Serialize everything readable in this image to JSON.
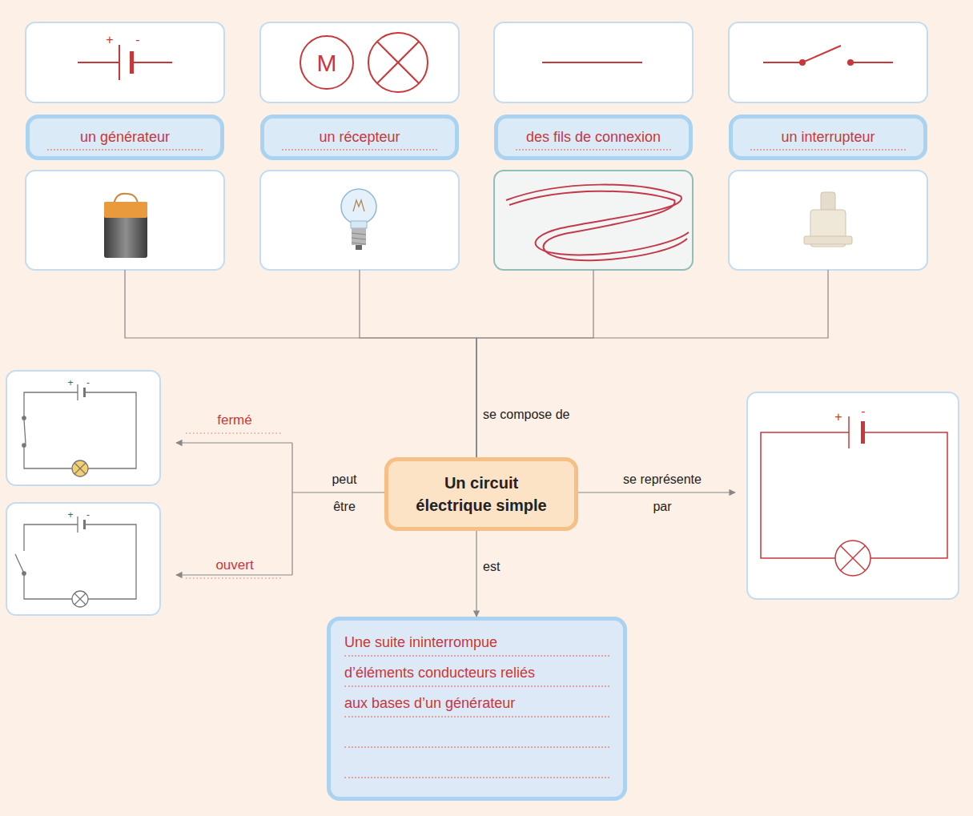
{
  "diagram": {
    "nodes": [
      {
        "text": [
          "Un circuit électrique simple"
        ]
      },
      {
        "text": [
          "un générateur"
        ]
      },
      {
        "text": [
          "un récepteur"
        ]
      },
      {
        "text": [
          "des fils de connexion"
        ]
      },
      {
        "text": [
          "un interrupteur"
        ]
      },
      {
        "text": [
          "Une suite ininterrompue d’éléments conducteurs reliés aux bases d’un générateur"
        ]
      }
    ],
    "edges": [
      {
        "from": 0,
        "to": 1,
        "arrow": "none",
        "label": "se compose de"
      },
      {
        "from": 0,
        "to": 2,
        "arrow": "none"
      },
      {
        "from": 0,
        "to": 3,
        "arrow": "none"
      },
      {
        "from": 0,
        "to": 4,
        "arrow": "none"
      },
      {
        "from": 0,
        "to": 5,
        "arrow": "to",
        "label": "est"
      }
    ],
    "labels": [
      "+",
      "-",
      "M",
      "+",
      "-",
      "fermé",
      "peut être",
      "se représente par",
      "+",
      "-",
      "+",
      "-",
      "ouvert"
    ]
  }
}
